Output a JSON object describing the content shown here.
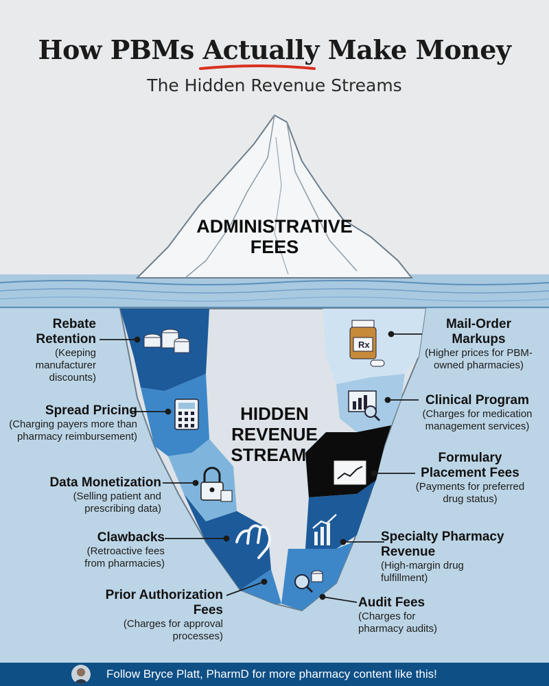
{
  "header": {
    "title_pre": "How PBMs ",
    "title_em": "Actually",
    "title_post": " Make Money",
    "subtitle": "The Hidden Revenue Streams"
  },
  "iceberg": {
    "tip_label": "ADMINISTRATIVE FEES",
    "center_label": "HIDDEN REVENUE STREAMS"
  },
  "left_items": [
    {
      "title": "Rebate Retention",
      "desc": "(Keeping manufacturer discounts)",
      "icon": "coins-icon"
    },
    {
      "title": "Spread Pricing",
      "desc": "(Charging payers more than pharmacy reimbursement)",
      "icon": "calculator-icon"
    },
    {
      "title": "Data Monetization",
      "desc": "(Selling patient and prescribing data)",
      "icon": "padlock-icon"
    },
    {
      "title": "Clawbacks",
      "desc": "(Retroactive fees from pharmacies)",
      "icon": "grabbing-hand-icon"
    },
    {
      "title": "Prior Authorization Fees",
      "desc": "(Charges for approval processes)",
      "icon": ""
    }
  ],
  "right_items": [
    {
      "title": "Mail-Order Markups",
      "desc": "(Higher prices for PBM-owned pharmacies)",
      "icon": "pill-bottle-icon"
    },
    {
      "title": "Clinical Program",
      "desc": "(Charges for medication management services)",
      "icon": "chart-magnifier-icon"
    },
    {
      "title": "Formulary Placement Fees",
      "desc": "(Payments for preferred drug status)",
      "icon": "trend-screen-icon"
    },
    {
      "title": "Specialty Pharmacy Revenue",
      "desc": "(High-margin drug fulfillment)",
      "icon": "bar-chart-icon"
    },
    {
      "title": "Audit Fees",
      "desc": "(Charges for pharmacy audits)",
      "icon": "magnifier-coins-icon"
    }
  ],
  "footer": {
    "text": "Follow Bryce Platt, PharmD for more pharmacy content like this!"
  },
  "colors": {
    "ocean": "#bcd5e6",
    "navy": "#1d5a9a",
    "mid": "#3d87c8",
    "light": "#7fb5dd",
    "pale": "#cfe2f1",
    "black": "#0c0c0c",
    "underline": "#d9321f",
    "footer": "#0e4f86"
  }
}
